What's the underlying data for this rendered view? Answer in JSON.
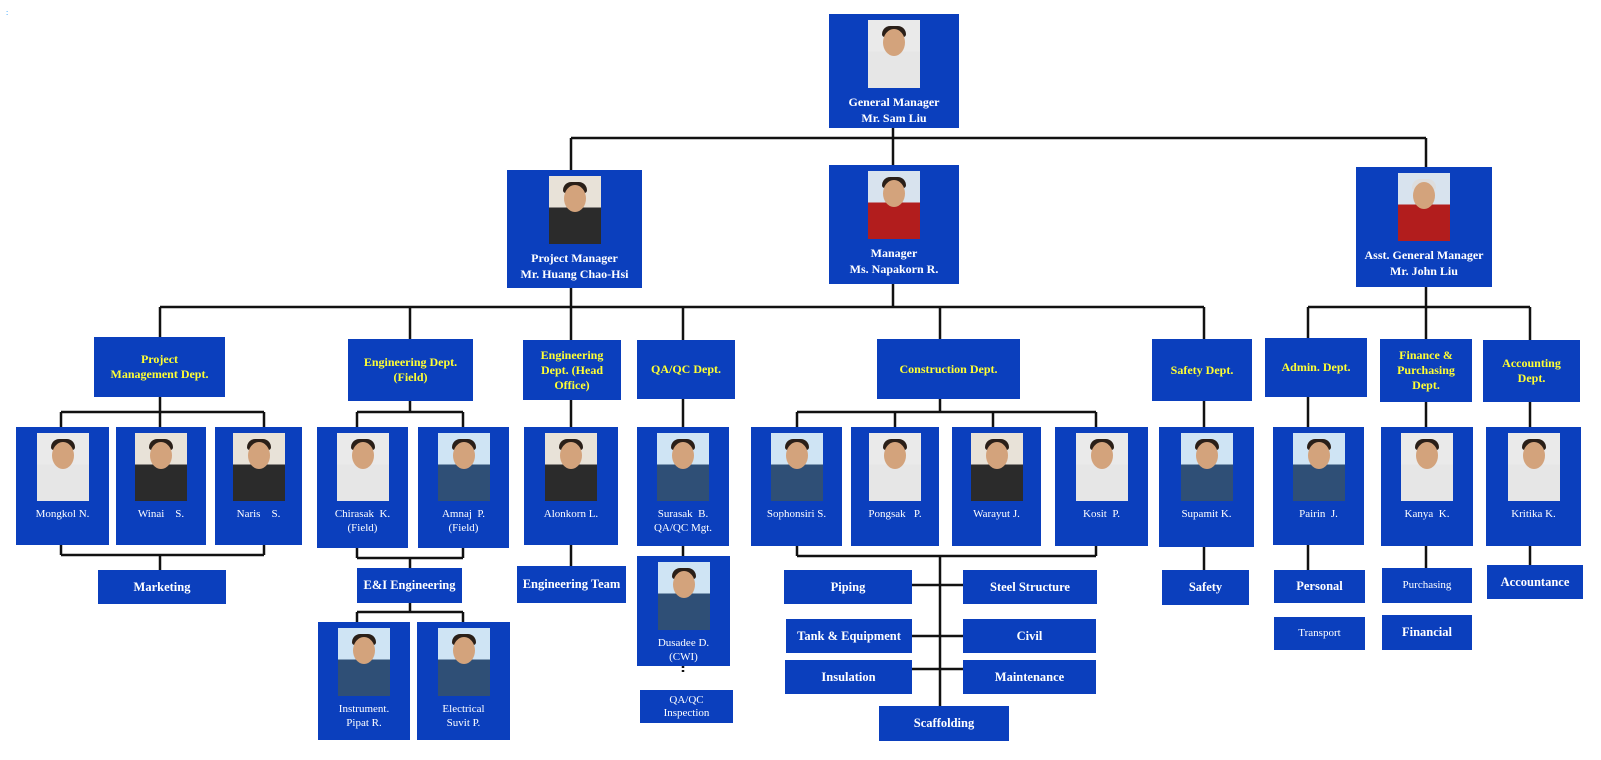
{
  "corner_mark": ":",
  "top": {
    "gm": {
      "title": "General Manager",
      "name": "Mr. Sam Liu"
    },
    "pm": {
      "title": "Project Manager",
      "name": "Mr. Huang Chao-Hsi"
    },
    "mgr": {
      "title": "Manager",
      "name": "Ms. Napakorn R."
    },
    "agm": {
      "title": "Asst. General Manager",
      "name": "Mr. John Liu"
    }
  },
  "depts": {
    "pmd": "Project Management Dept.",
    "eng_field": "Engineering Dept. (Field)",
    "eng_head": "Engineering Dept. (Head Office)",
    "qaqc": "QA/QC Dept.",
    "construction": "Construction Dept.",
    "safety": "Safety Dept.",
    "admin": "Admin. Dept.",
    "finance": "Finance & Purchasing Dept.",
    "accounting": "Accounting Dept."
  },
  "people": {
    "mongkol": "Mongkol N.",
    "winai": "Winai    S.",
    "naris": "Naris    S.",
    "chirasak": "Chirasak  K.\n(Field)",
    "amnaj": "Amnaj  P.\n(Field)",
    "alonkorn": "Alonkorn L.",
    "surasak": "Surasak  B.\nQA/QC Mgt.",
    "dusadee": "Dusadee D.\n(CWI)",
    "sophonsiri": "Sophonsiri S.",
    "pongsak": "Pongsak   P.",
    "warayut": "Warayut J.",
    "kosit": "Kosit  P.",
    "supamit": "Supamit K.",
    "pairin": "Pairin  J.",
    "kanya": "Kanya  K.",
    "kritika": "Kritika K.",
    "pipat": "Instrument.\nPipat R.",
    "suvit": "Electrical\nSuvit P."
  },
  "units": {
    "marketing": "Marketing",
    "ei": "E&I Engineering",
    "eng_team": "Engineering Team",
    "qaqc_insp": "QA/QC\nInspection",
    "piping": "Piping",
    "steel": "Steel Structure",
    "tank": "Tank & Equipment",
    "civil": "Civil",
    "insulation": "Insulation",
    "maintenance": "Maintenance",
    "scaffolding": "Scaffolding",
    "safety": "Safety",
    "personal": "Personal",
    "transport": "Transport",
    "purchasing": "Purchasing",
    "financial": "Financial",
    "accountance": "Accountance"
  },
  "colors": {
    "box": "#0b3fbd",
    "dept_text": "#ffff33",
    "line": "#111111"
  }
}
